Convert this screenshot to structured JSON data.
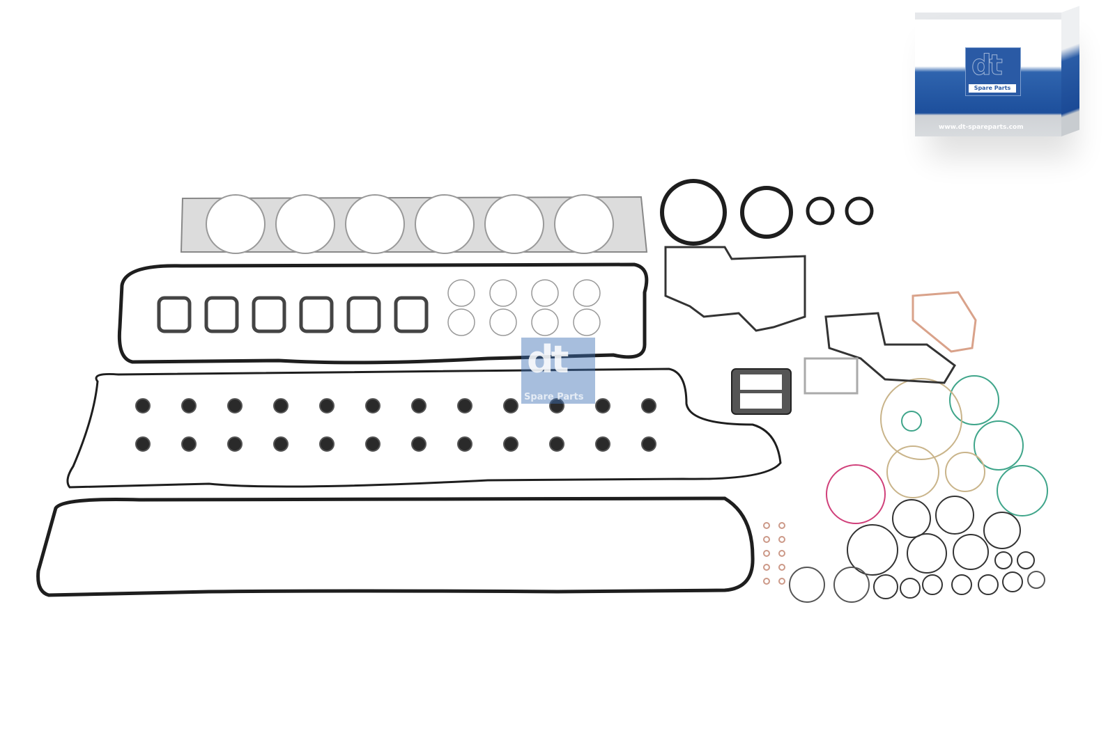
{
  "product_box": {
    "logo_text": "dt",
    "logo_subtitle": "Spare Parts",
    "website": "www.dt-spareparts.com"
  },
  "watermark": {
    "logo_text": "dt",
    "subtitle": "Spare Parts"
  },
  "colors": {
    "brand_blue": "#2a5aa5",
    "gasket_black": "#1e1e1e",
    "ring_green": "#3fa58a",
    "ring_pink": "#d0407a",
    "ring_tan": "#c9b48a",
    "head_gasket": "#d9d9d9"
  }
}
